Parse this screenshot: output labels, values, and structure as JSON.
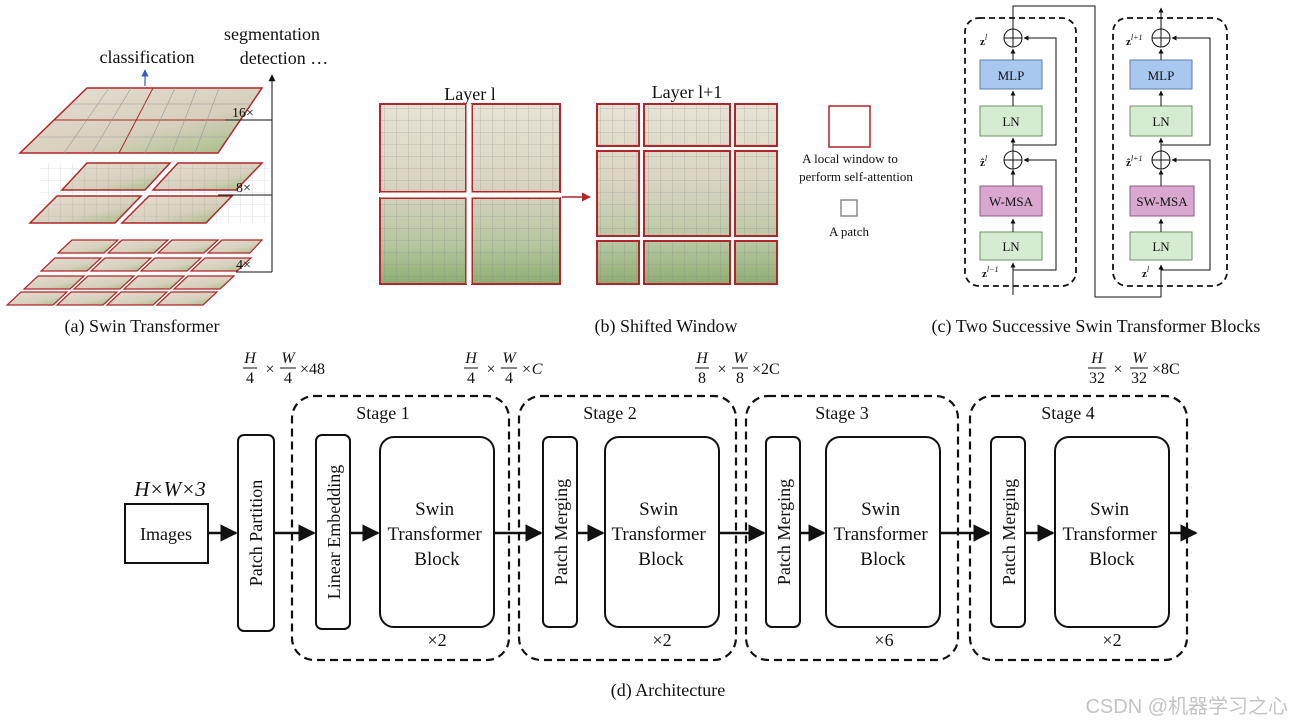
{
  "panel_a": {
    "caption": "(a) Swin Transformer",
    "classification": "classification",
    "segmentation": "segmentation",
    "detection": "detection …",
    "scales": [
      "16×",
      "8×",
      "4×"
    ]
  },
  "panel_b": {
    "caption": "(b) Shifted Window",
    "layer_l": "Layer l",
    "layer_l1": "Layer l+1",
    "legend_window_line1": "A local window to",
    "legend_window_line2": "perform self-attention",
    "legend_patch": "A patch"
  },
  "panel_c": {
    "caption": "(c) Two Successive Swin Transformer Blocks",
    "block1": {
      "mlp": "MLP",
      "ln_top": "LN",
      "msa": "W-MSA",
      "ln_bottom": "LN"
    },
    "block2": {
      "mlp": "MLP",
      "ln_top": "LN",
      "msa": "SW-MSA",
      "ln_bottom": "LN"
    },
    "vars": {
      "z1_sym": "z",
      "z1_sup": "l",
      "zh1_sym": "ẑ",
      "zh1_sup": "l",
      "zin1_sym": "z",
      "zin1_sup": "l−1",
      "z2_sym": "z",
      "z2_sup": "l+1",
      "zh2_sym": "ẑ",
      "zh2_sup": "l+1",
      "zin2_sym": "z",
      "zin2_sup": "l"
    },
    "colors": {
      "mlp": "#a9c8ef",
      "ln": "#d6ecd2",
      "msa": "#d9a7cf"
    }
  },
  "panel_d": {
    "caption": "(d) Architecture",
    "input_dims": "H×W×3",
    "images": "Images",
    "patch_partition": "Patch Partition",
    "linear_embedding": "Linear Embedding",
    "patch_merging": "Patch Merging",
    "swin_block": [
      "Swin",
      "Transformer",
      "Block"
    ],
    "stages": [
      {
        "name": "Stage 1",
        "repeat": "×2"
      },
      {
        "name": "Stage 2",
        "repeat": "×2"
      },
      {
        "name": "Stage 3",
        "repeat": "×6"
      },
      {
        "name": "Stage 4",
        "repeat": "×2"
      }
    ],
    "dims": [
      {
        "num": "H",
        "den": "4",
        "num2": "W",
        "den2": "4",
        "tail": "×48"
      },
      {
        "num": "H",
        "den": "4",
        "num2": "W",
        "den2": "4",
        "tail": "×C"
      },
      {
        "num": "H",
        "den": "8",
        "num2": "W",
        "den2": "8",
        "tail": "×2C"
      },
      {
        "num": "H",
        "den": "32",
        "num2": "W",
        "den2": "32",
        "tail": "×8C"
      }
    ]
  },
  "watermark": "CSDN @机器学习之心"
}
